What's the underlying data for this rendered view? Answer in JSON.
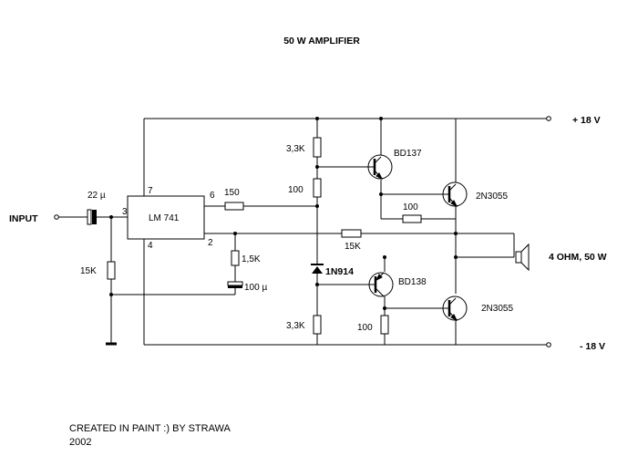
{
  "title": "50 W AMPLIFIER",
  "rails": {
    "positive": "+ 18 V",
    "negative": "- 18 V"
  },
  "input": {
    "label": "INPUT",
    "cap": "22 µ",
    "resistor": "15K"
  },
  "opamp": {
    "label": "LM 741",
    "pin_7": "7",
    "pin_6": "6",
    "pin_3": "3",
    "pin_4": "4",
    "pin_2": "2"
  },
  "resistors": {
    "r_out": "150",
    "r_feedback": "1,5K",
    "r_loop": "15K",
    "r_top_bias": "3,3K",
    "r_mid": "100",
    "r_bd137_emitter": "100",
    "r_bottom_bias": "3,3K",
    "r_bd138": "100"
  },
  "capacitors": {
    "c_feedback": "100 µ"
  },
  "diode": "1N914",
  "transistors": {
    "q1": "BD137",
    "q2": "2N3055",
    "q3": "BD138",
    "q4": "2N3055"
  },
  "speaker": "4 OHM,  50 W",
  "footer": {
    "line1": "CREATED IN PAINT :) BY STRAWA",
    "line2": "2002"
  }
}
